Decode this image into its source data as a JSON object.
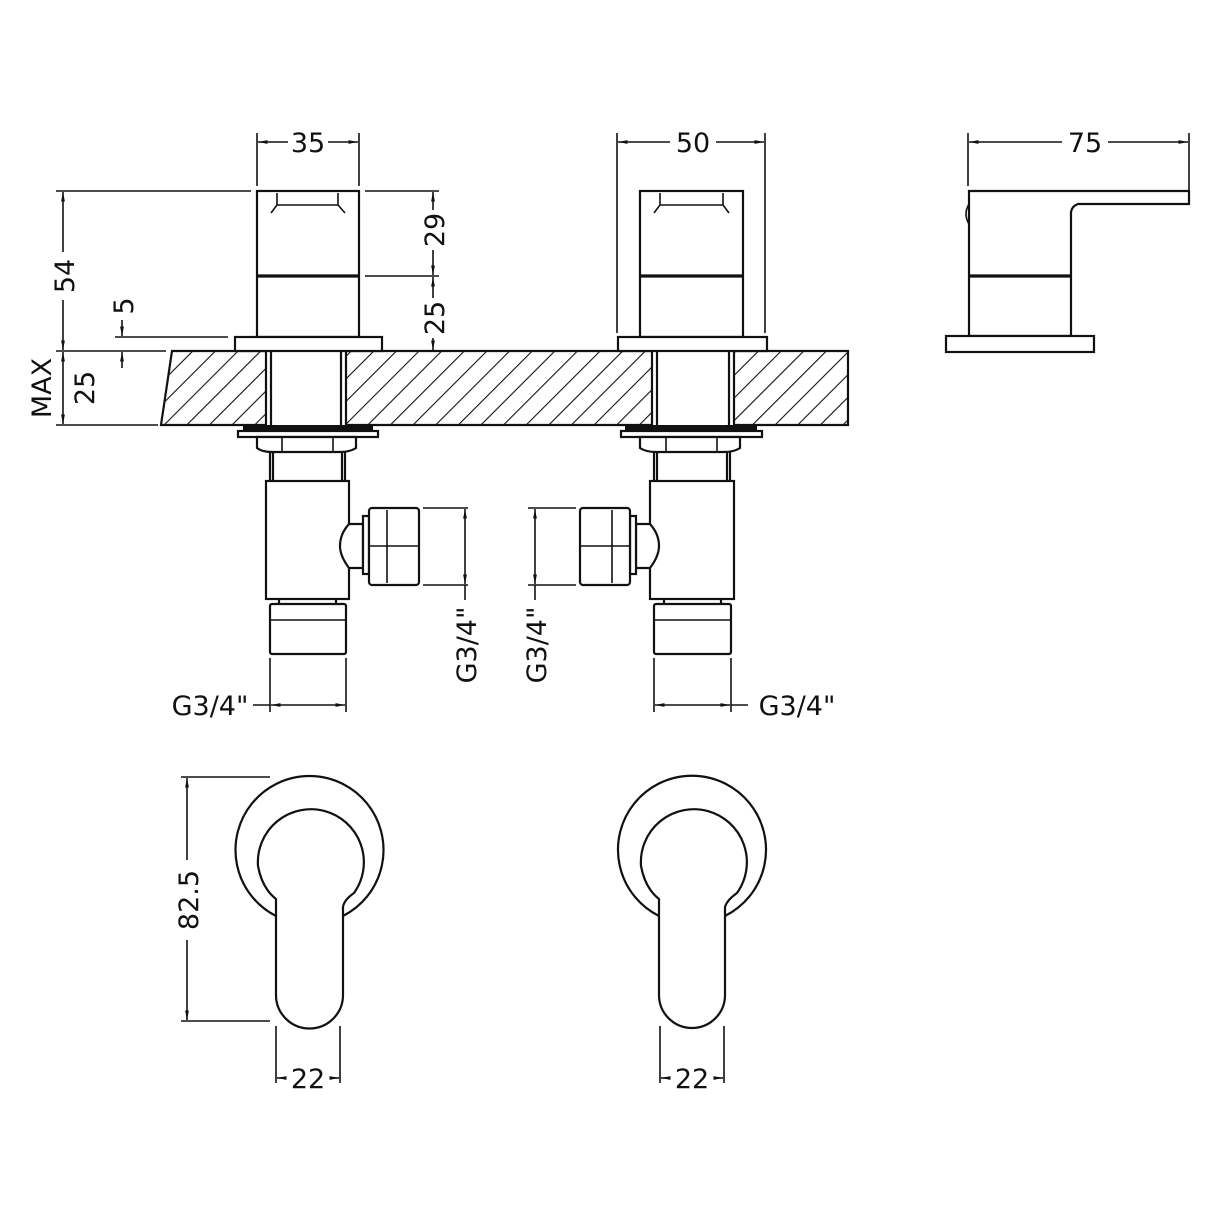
{
  "drawing": {
    "title": "Basin deck valve technical drawing",
    "stroke_color": "#111111",
    "background": "#ffffff",
    "hatch_color": "#111111"
  },
  "dimensions": {
    "left_valve_width": "35",
    "right_valve_width": "50",
    "side_view_depth": "75",
    "total_height": "54",
    "upper_handle_height": "29",
    "lower_body_height": "25",
    "flange_thickness": "5",
    "max_deck_label": "MAX",
    "max_deck_thickness": "25",
    "left_outlet_thread": "G3/4\"",
    "left_side_thread": "G3/4\"",
    "right_side_thread": "G3/4\"",
    "right_outlet_thread": "G3/4\"",
    "lever_height": "82.5",
    "left_lever_width": "22",
    "right_lever_width": "22"
  },
  "views": [
    {
      "name": "front-view-left-valve"
    },
    {
      "name": "front-view-right-valve"
    },
    {
      "name": "side-view"
    },
    {
      "name": "lever-view-left"
    },
    {
      "name": "lever-view-right"
    }
  ]
}
